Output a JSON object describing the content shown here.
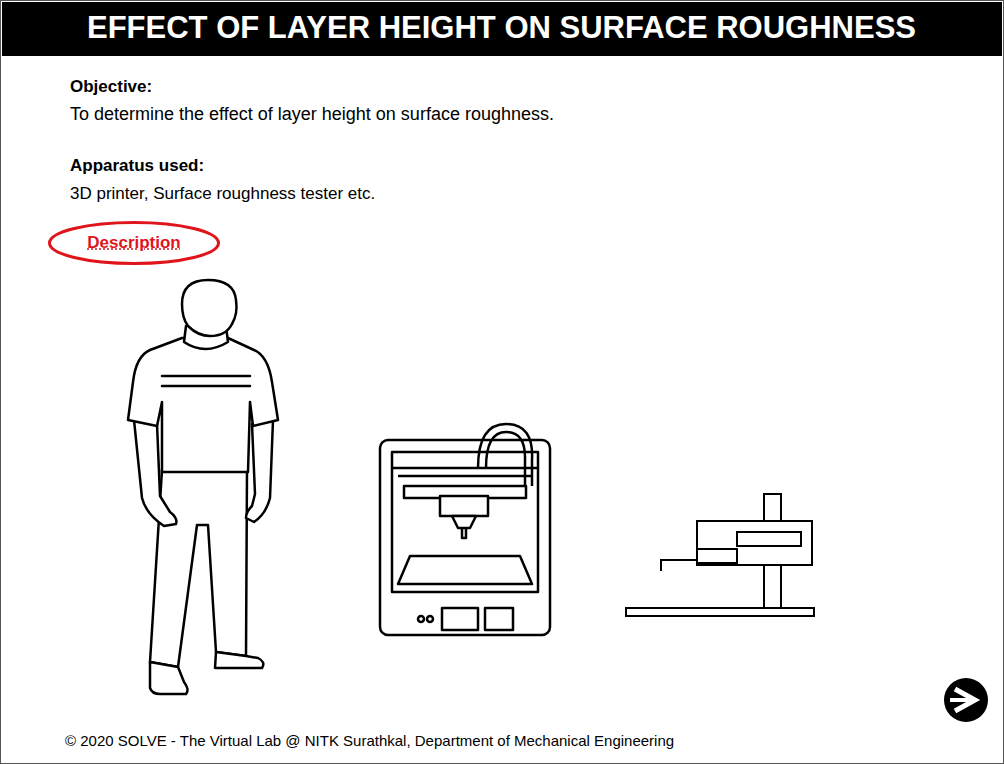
{
  "diagram": {
    "title": "EFFECT OF LAYER HEIGHT ON SURFACE ROUGHNESS",
    "nodes": [
      {
        "text": [
          "Description"
        ]
      }
    ],
    "labels": [
      "Objective:",
      "To determine the effect of layer height on surface roughness.",
      "Apparatus used:",
      "3D printer, Surface roughness tester etc.",
      "© 2020 SOLVE - The Virtual Lab @ NITK Surathkal, Department of Mechanical Engineering"
    ]
  }
}
